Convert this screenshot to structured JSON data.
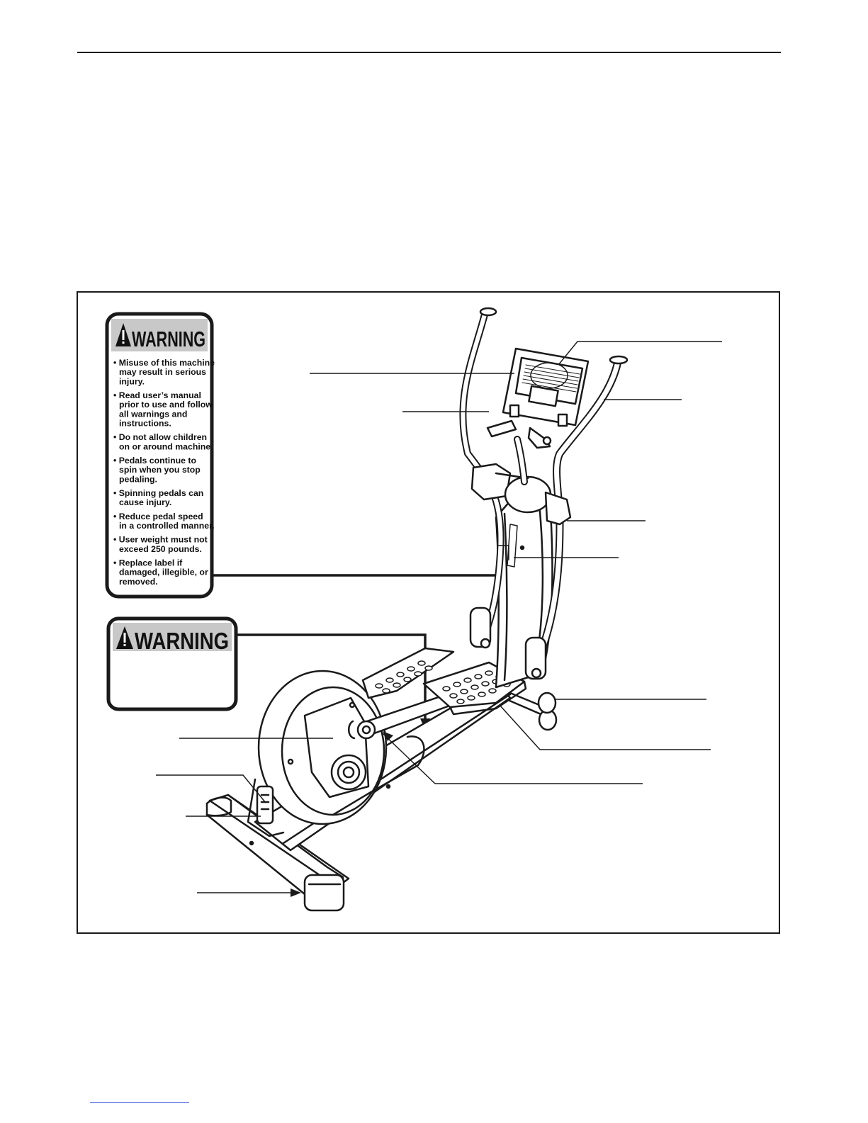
{
  "warning_label_1": {
    "heading": "WARNING",
    "items": [
      [
        "• Misuse of this machine",
        "may result in serious",
        "injury."
      ],
      [
        "• Read user’s manual",
        "prior to use and follow",
        "all warnings and",
        "instructions."
      ],
      [
        "• Do not allow children",
        "on or around machine."
      ],
      [
        "• Pedals continue to",
        "spin when you stop",
        "pedaling."
      ],
      [
        "• Spinning pedals can",
        "cause injury."
      ],
      [
        "• Reduce pedal speed",
        "in a controlled manner."
      ],
      [
        "• User weight must not",
        "exceed 250 pounds."
      ],
      [
        "• Replace label if",
        "damaged, illegible, or",
        "removed."
      ]
    ]
  },
  "warning_label_2": {
    "heading": "WARNING"
  },
  "colors": {
    "ink": "#1a1a1a",
    "label_band": "#c8c8c8",
    "footer_link": "#2a4ad8"
  }
}
